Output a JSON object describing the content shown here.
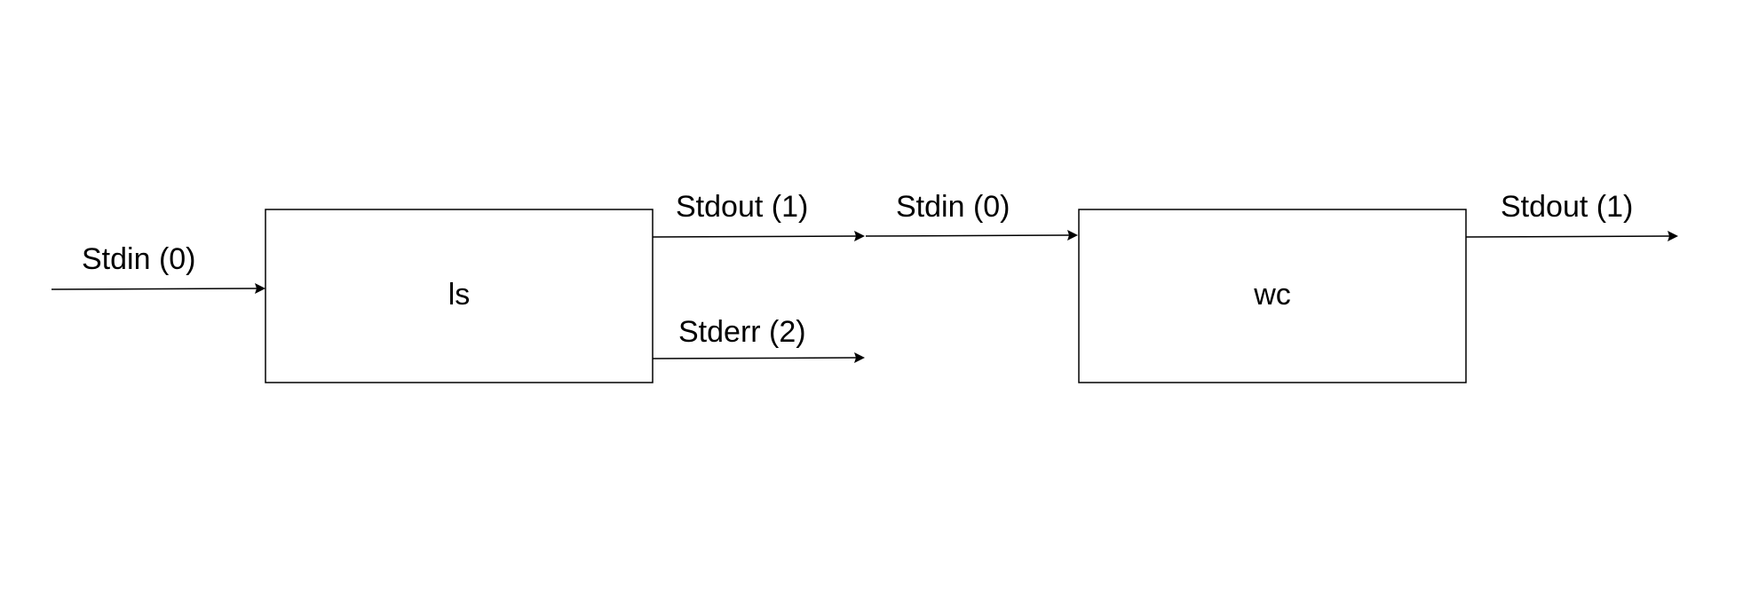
{
  "nodes": {
    "ls": {
      "label": "ls"
    },
    "wc": {
      "label": "wc"
    }
  },
  "edges": {
    "stdin_ls": {
      "label": "Stdin (0)"
    },
    "stdout_ls": {
      "label": "Stdout (1)"
    },
    "stderr_ls": {
      "label": "Stderr (2)"
    },
    "stdin_wc": {
      "label": "Stdin (0)"
    },
    "stdout_wc": {
      "label": "Stdout (1)"
    }
  },
  "colors": {
    "stroke": "#000000",
    "background": "#ffffff",
    "text": "#000000"
  }
}
